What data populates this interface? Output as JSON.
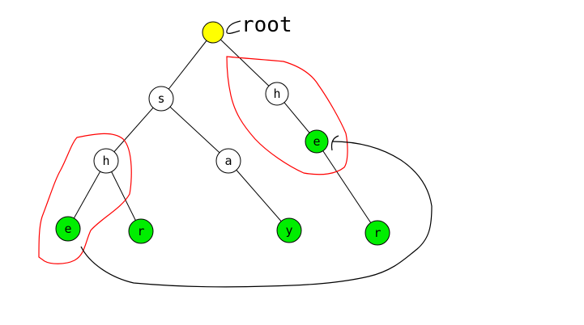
{
  "diagram": {
    "root_label": "root",
    "colors": {
      "root_fill": "#ffff00",
      "internal_fill": "#ffffff",
      "leaf_fill": "#00ee00",
      "highlight_stroke": "#ff0000",
      "line": "#000000"
    },
    "nodes": [
      {
        "id": "root",
        "label": "",
        "kind": "root"
      },
      {
        "id": "s",
        "label": "s",
        "kind": "internal"
      },
      {
        "id": "h_right",
        "label": "h",
        "kind": "internal"
      },
      {
        "id": "h_left",
        "label": "h",
        "kind": "internal"
      },
      {
        "id": "a",
        "label": "a",
        "kind": "internal"
      },
      {
        "id": "e_mid",
        "label": "e",
        "kind": "leaf"
      },
      {
        "id": "e_left",
        "label": "e",
        "kind": "leaf"
      },
      {
        "id": "r_left",
        "label": "r",
        "kind": "leaf"
      },
      {
        "id": "y",
        "label": "y",
        "kind": "leaf"
      },
      {
        "id": "r_right",
        "label": "r",
        "kind": "leaf"
      }
    ],
    "edges": [
      {
        "from": "root",
        "to": "s"
      },
      {
        "from": "root",
        "to": "h_right"
      },
      {
        "from": "s",
        "to": "h_left"
      },
      {
        "from": "s",
        "to": "a"
      },
      {
        "from": "h_right",
        "to": "e_mid"
      },
      {
        "from": "h_left",
        "to": "e_left"
      },
      {
        "from": "h_left",
        "to": "r_left"
      },
      {
        "from": "a",
        "to": "y"
      },
      {
        "from": "e_mid",
        "to": "r_right"
      }
    ]
  }
}
